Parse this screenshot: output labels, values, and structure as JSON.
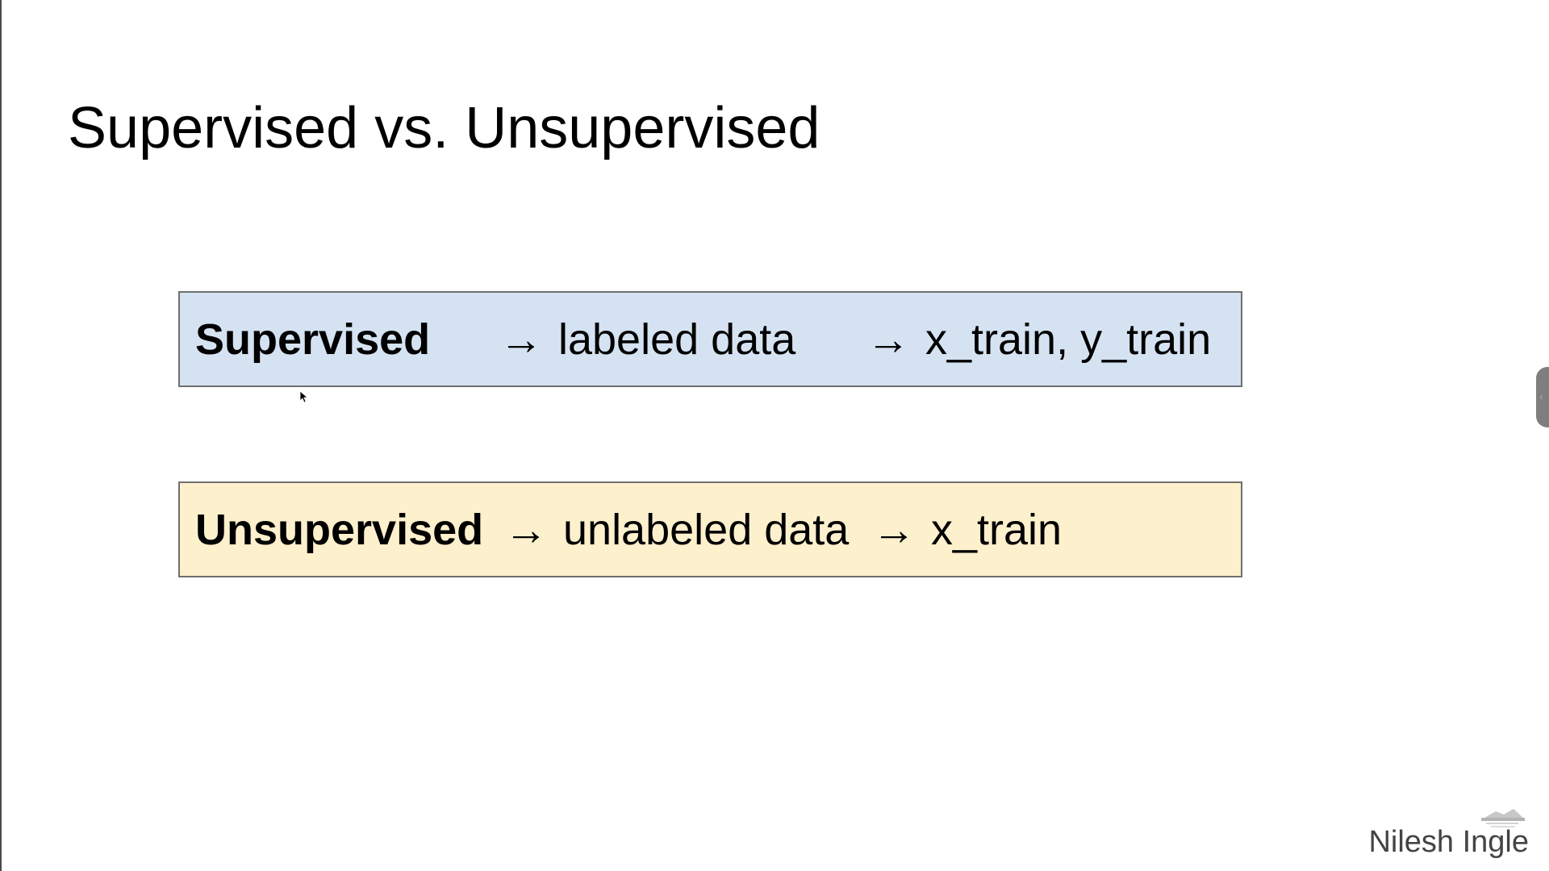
{
  "slide": {
    "title": "Supervised vs. Unsupervised",
    "author": "Nilesh Ingle"
  },
  "boxes": [
    {
      "term": "Supervised",
      "arrow1": "→",
      "description": "labeled data",
      "arrow2": "→",
      "variables": "x_train, y_train",
      "background": "#d5e2f1"
    },
    {
      "term": "Unsupervised",
      "arrow1": "→",
      "description": "unlabeled data",
      "arrow2": "→",
      "variables": "x_train",
      "background": "#fdf0cd"
    }
  ],
  "icons": {
    "cursor": "mouse-pointer-icon",
    "side_tab": "chevron-left-icon",
    "logo": "presenter-logo-icon"
  }
}
